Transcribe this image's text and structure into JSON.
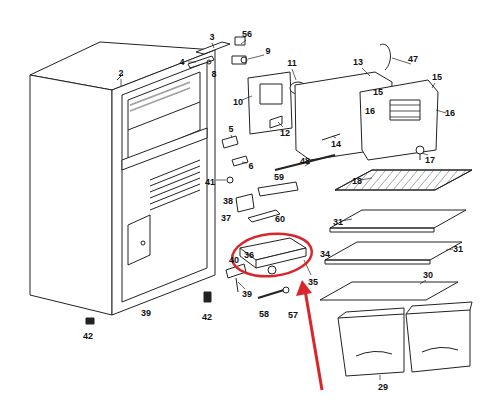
{
  "diagram": {
    "nodes": [
      {
        "text": [
          "36"
        ]
      }
    ],
    "labels": [
      "3",
      "56",
      "4",
      "8",
      "9",
      "2",
      "10",
      "11",
      "12",
      "13",
      "47",
      "15",
      "15",
      "16",
      "16",
      "14",
      "17",
      "5",
      "6",
      "41",
      "48",
      "59",
      "18",
      "38",
      "60",
      "37",
      "31",
      "31",
      "34",
      "35",
      "40",
      "39",
      "39",
      "42",
      "42",
      "58",
      "57",
      "30",
      "29"
    ]
  }
}
